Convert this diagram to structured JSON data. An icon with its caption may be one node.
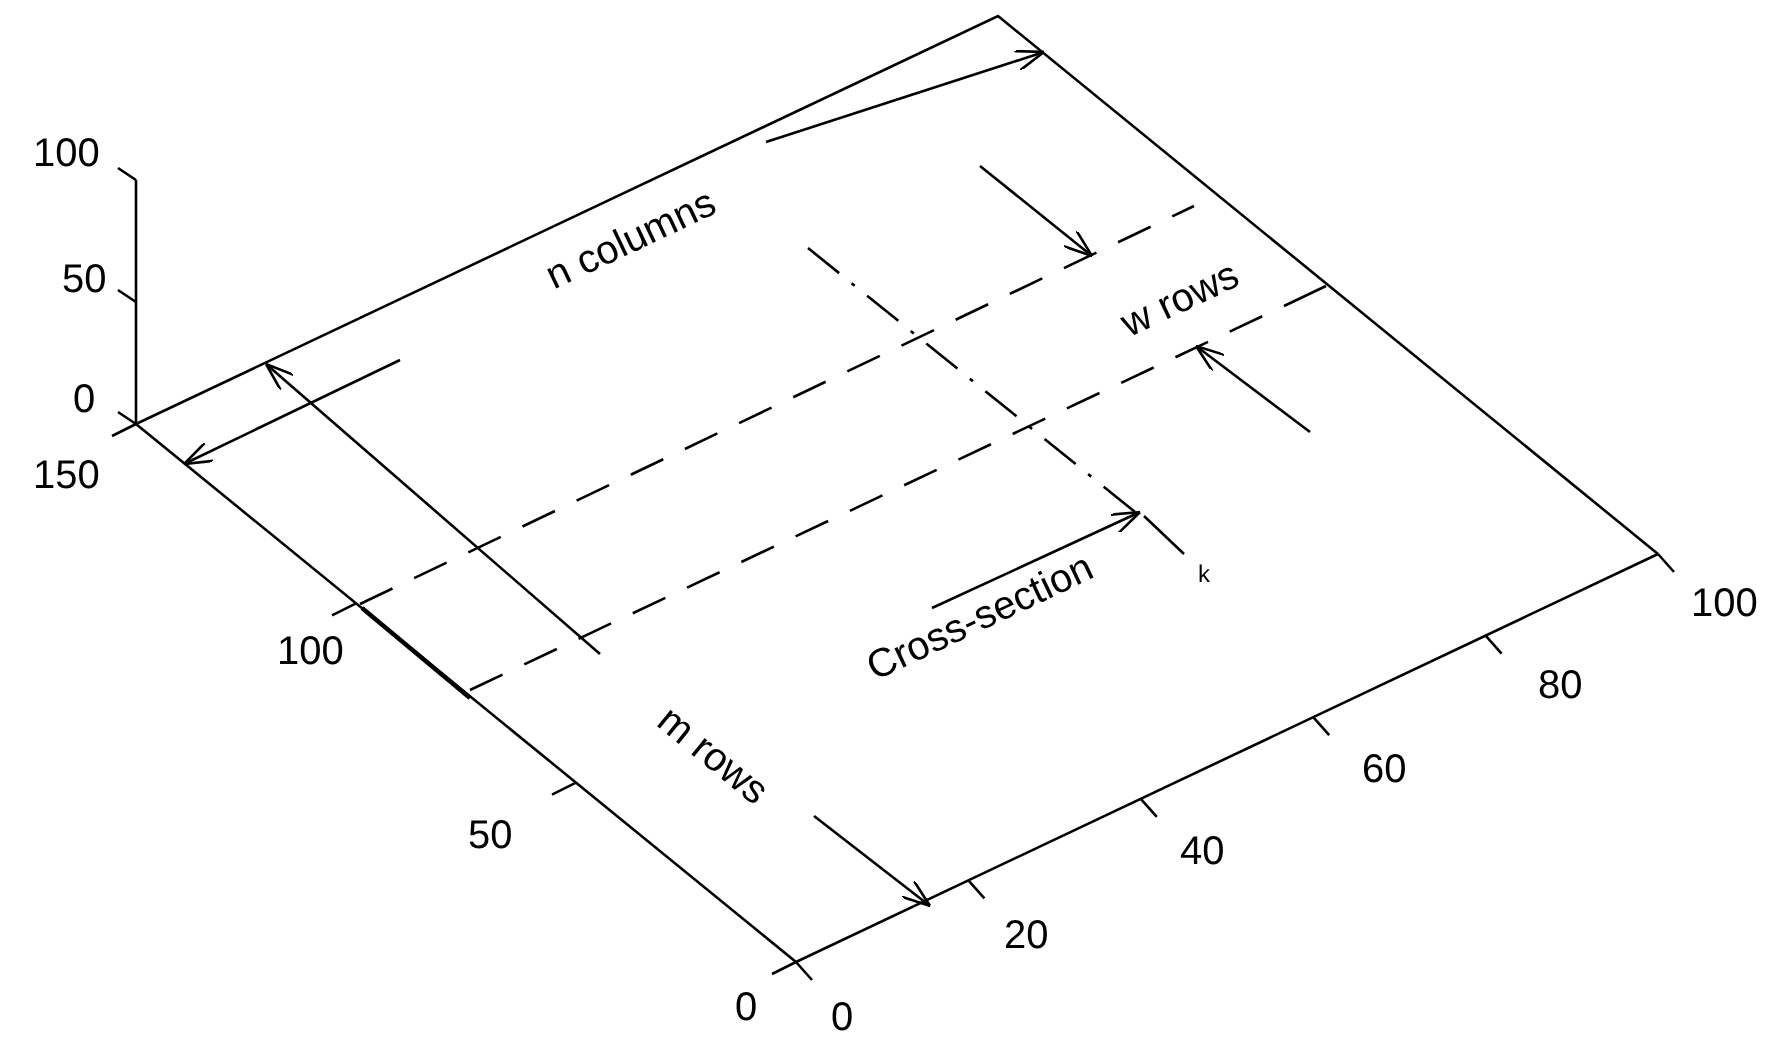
{
  "diagram": {
    "labels": [
      "100",
      "50",
      "n columns",
      "0",
      "150",
      "w rows",
      "Cross-section",
      "k",
      "100",
      "100",
      "m rows",
      "80",
      "60",
      "50",
      "40",
      "20",
      "0",
      "0"
    ]
  }
}
